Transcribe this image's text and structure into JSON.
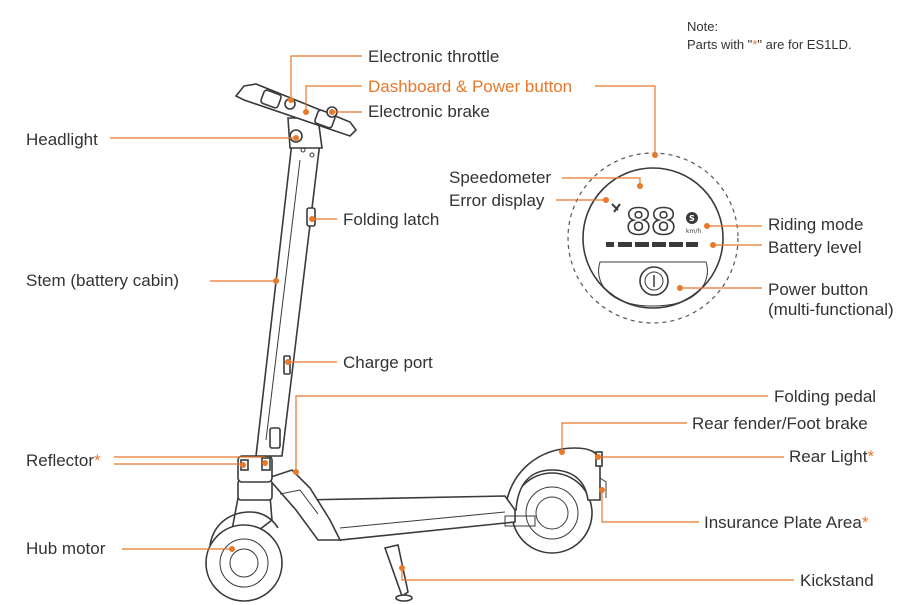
{
  "note": {
    "title": "Note:",
    "text_before": "Parts with \"",
    "star": "*",
    "text_after": "\" are for ES1LD."
  },
  "colors": {
    "accent": "#e8782a",
    "outline": "#3a3a3a",
    "text": "#333333"
  },
  "labels": {
    "electronic_throttle": "Electronic throttle",
    "dashboard_power_button": "Dashboard & Power button",
    "electronic_brake": "Electronic brake",
    "headlight": "Headlight",
    "folding_latch": "Folding latch",
    "stem": "Stem (battery cabin)",
    "charge_port": "Charge port",
    "folding_pedal": "Folding pedal",
    "rear_fender": "Rear fender/Foot brake",
    "reflector": "Reflector",
    "rear_light": "Rear Light",
    "insurance_plate": "Insurance Plate Area",
    "hub_motor": "Hub motor",
    "kickstand": "Kickstand",
    "speedometer": "Speedometer",
    "error_display": "Error display",
    "riding_mode": "Riding mode",
    "battery_level": "Battery level",
    "power_button_line1": "Power button",
    "power_button_line2": "(multi-functional)",
    "star": "*"
  },
  "dashboard": {
    "speed_digits": "88",
    "unit": "km/h",
    "mode_icon": "S"
  }
}
